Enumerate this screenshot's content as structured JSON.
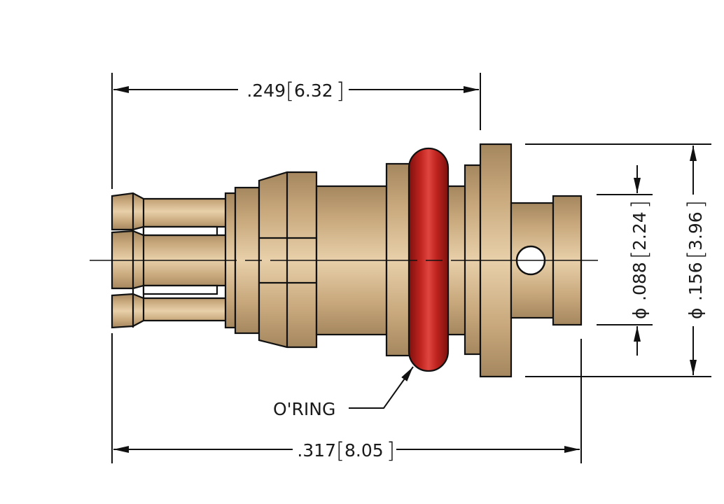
{
  "colors": {
    "metal_light": "#e8d0aa",
    "metal_mid": "#c8a87c",
    "metal_dark": "#a5875f",
    "oring_light": "#e0453f",
    "oring_mid": "#c0241f",
    "oring_dark": "#7e110f",
    "line": "#111111",
    "background": "#ffffff"
  },
  "dimensions": {
    "overall_width": {
      "inch": ".317",
      "mm": "8.05"
    },
    "partial_width": {
      "inch": ".249",
      "mm": "6.32"
    },
    "inner_diameter": {
      "symbol": "ϕ",
      "inch": ".088",
      "mm": "2.24"
    },
    "outer_diameter": {
      "symbol": "ϕ",
      "inch": ".156",
      "mm": "3.96"
    }
  },
  "callouts": {
    "oring": "O'RING"
  }
}
